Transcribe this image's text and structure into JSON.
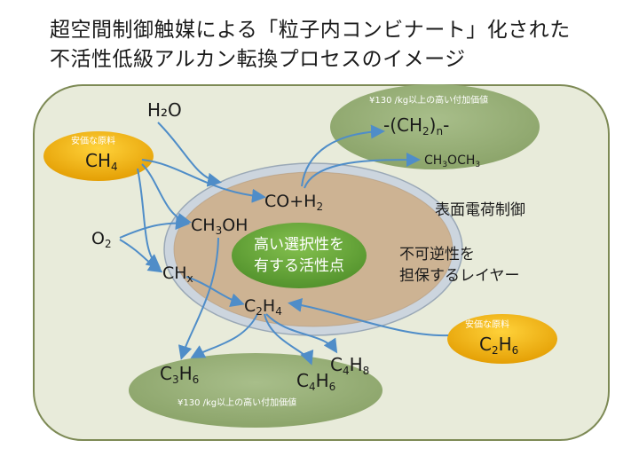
{
  "title": {
    "line1": "超空間制御触媒による「粒子内コンビナート」化された",
    "line2": "不活性低級アルカン転換プロセスのイメージ"
  },
  "colors": {
    "frame": "#e7ead8",
    "frame_border": "#7d8a55",
    "green_oval": "#9cb27c",
    "center_green": "#6aaa3a",
    "gold": "#f2b200",
    "arrow": "#4f8dc8",
    "particle_shell": "#c9d2dc",
    "particle_core": "#cfb393"
  },
  "labels": {
    "h2o": "H₂O",
    "ch4_tag": "安価な原料",
    "ch4": "CH",
    "ch4_sub": "4",
    "o2": "O",
    "o2_sub": "2",
    "co_h2": "CO+H",
    "co_h2_sub": "2",
    "ch3oh_a": "CH",
    "ch3oh_sub": "3",
    "ch3oh_b": "OH",
    "chx": "CH",
    "chx_sub": "x",
    "c2h4_a": "C",
    "c2h4_sub1": "2",
    "c2h4_b": "H",
    "c2h4_sub2": "4",
    "c2h6_tag": "安価な原料",
    "c2h6_a": "C",
    "c2h6_sub1": "2",
    "c2h6_b": "H",
    "c2h6_sub2": "6",
    "c3h6_a": "C",
    "c3h6_sub1": "3",
    "c3h6_b": "H",
    "c3h6_sub2": "6",
    "c4h6_a": "C",
    "c4h6_sub1": "4",
    "c4h6_b": "H",
    "c4h6_sub2": "6",
    "c4h8_a": "C",
    "c4h8_sub1": "4",
    "c4h8_b": "H",
    "c4h8_sub2": "8",
    "top_value": "¥130 /kg以上の高い付加価値",
    "bottom_value": "¥130 /kg以上の高い付加価値",
    "polymer_a": "-(CH",
    "polymer_sub1": "2",
    "polymer_b": ")",
    "polymer_sub2": "n",
    "polymer_c": "-",
    "ch3och3_a": "CH",
    "ch3och3_sub1": "3",
    "ch3och3_b": "OCH",
    "ch3och3_sub2": "3",
    "surface_charge": "表面電荷制御",
    "center_line1": "高い選択性を",
    "center_line2": "有する活性点",
    "layer_line1": "不可逆性を",
    "layer_line2": "担保するレイヤー"
  }
}
